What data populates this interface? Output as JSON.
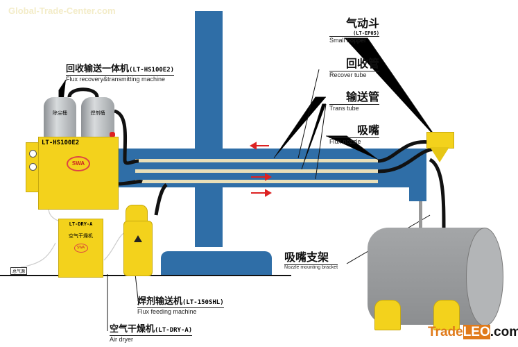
{
  "watermark_top": "Global-Trade-Center.com",
  "watermark_bottom": {
    "part1": "Trade",
    "part2": "LEO",
    ".com": ".com"
  },
  "labels": {
    "recovery_machine": {
      "cn": "回收输送一体机",
      "model": "(LT-HS100E2)",
      "en": "Flux recovery&transmitting machine"
    },
    "hopper": {
      "cn": "气动斗",
      "model": "(LT-EP05)",
      "en": "Small hopper"
    },
    "recover_tube": {
      "cn": "回收管",
      "en": "Recover tube"
    },
    "trans_tube": {
      "cn": "输送管",
      "en": "Trans tube"
    },
    "nozzle": {
      "cn": "吸嘴",
      "en": "Flux nozzle"
    },
    "bracket": {
      "cn": "吸嘴支架",
      "en": "Nozzle mounting bracket"
    },
    "feeder": {
      "cn": "焊剂输送机",
      "model": "(LT-150SHL)",
      "en": "Flux feeding machine"
    },
    "dryer": {
      "cn": "空气干燥机",
      "model": "(LT-DRY-A)",
      "en": "Air dryer"
    },
    "air_source": {
      "cn": "总气源"
    }
  },
  "machine_text": {
    "main_model": "LT-HS100E2",
    "dryer_model": "LT-DRY-A",
    "dryer_cn": "空气干燥机",
    "logo": "SWA",
    "tank1": "除尘桶",
    "tank2": "焊剂桶"
  },
  "colors": {
    "structure": "#2f6ea7",
    "machine": "#f3d21c",
    "pipe": "#8a8d8f"
  }
}
